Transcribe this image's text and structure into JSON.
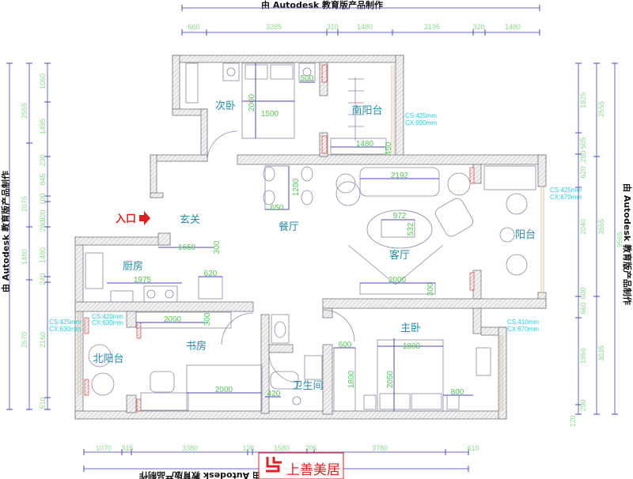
{
  "watermark": "由 Autodesk 教育版产品制作",
  "top_dims": [
    "660",
    "3285",
    "310",
    "1480",
    "2195",
    "320",
    "1480"
  ],
  "bottom_dims": [
    "1070",
    "315",
    "3380",
    "126",
    "1580",
    "205",
    "3780",
    "610"
  ],
  "left_dims_outer": [
    "2555",
    "2075",
    "1480",
    "2670"
  ],
  "left_dims_inner": [
    "1060",
    "1495",
    "230",
    "845",
    "100",
    "920",
    "280",
    "1480",
    "240",
    "2160",
    "510"
  ],
  "right_dims_inner": [
    "1925",
    "505",
    "280",
    "620",
    "2040",
    "600",
    "660",
    "1865",
    "290",
    "120"
  ],
  "right_dims_mid": [
    "2555",
    "3555",
    "3035"
  ],
  "right_dims_total": "9565",
  "rooms": {
    "second_bedroom": "次卧",
    "south_balcony": "南阳台",
    "foyer": "玄关",
    "dining": "餐厅",
    "living": "客厅",
    "balcony": "阳台",
    "kitchen": "厨房",
    "study": "书房",
    "north_balcony": "北阳台",
    "bathroom": "卫生间",
    "master_bedroom": "主卧"
  },
  "entrance": "入口",
  "windows": [
    {
      "cs": "CS:425mm",
      "cx": "CX:690mm"
    },
    {
      "cs": "CS:425mm",
      "cx": "CX:670mm"
    },
    {
      "cs": "CS:425mm",
      "cx": "CX:630mm"
    },
    {
      "cs": "CS:420mm",
      "cx": "CX:630mm"
    },
    {
      "cs": "CS:410mm",
      "cx": "CX:670mm"
    }
  ],
  "interior_dims": {
    "bed2_len": "2000",
    "bed2_w": "1500",
    "nightstand": "500",
    "sb_cab": "1480",
    "sb_cab_d": "450",
    "sofa": "2192",
    "table_w": "972",
    "table_d": "532",
    "dining_l": "1200",
    "dining_w": "650",
    "tv": "2000",
    "tv_d": "300",
    "shoe": "1650",
    "shoe_d": "300",
    "counter": "1975",
    "fridge": "620",
    "study_desk": "2000",
    "study_desk_d": "300",
    "study_bed": "2000",
    "bath": "420",
    "wardrobe_w": "600",
    "wardrobe_l": "1800",
    "mbed_w": "1800",
    "mbed_l": "2050",
    "dresser": "800"
  },
  "logo": "上善美居",
  "colors": {
    "dimension": "#8fd88f",
    "dim_line": "#6a6ac8",
    "room_label": "#2a8aa8",
    "window_spec": "#22d0e0",
    "entrance": "#e02020",
    "logo": "#e02020"
  }
}
